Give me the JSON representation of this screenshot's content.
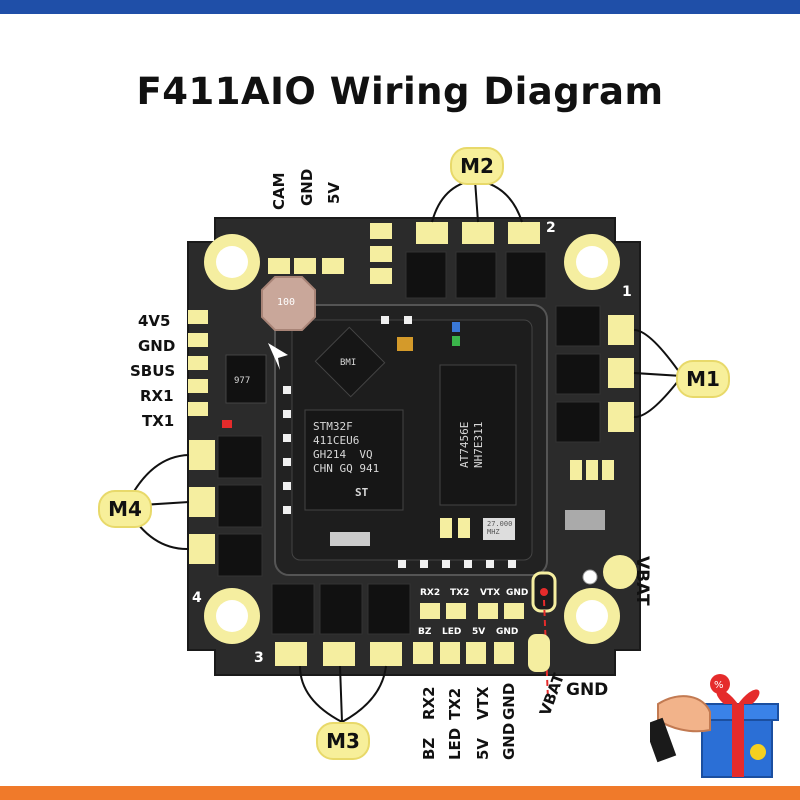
{
  "title": "F411AIO Wiring Diagram",
  "colors": {
    "frame_blue": "#1f4fa8",
    "frame_orange": "#f07a2a",
    "board": "#2b2b2b",
    "pad": "#f5eea0",
    "pad_stroke": "#e2d57a",
    "mark_red": "#e52b2b"
  },
  "top_pads": {
    "labels": [
      "CAM",
      "GND",
      "5V"
    ]
  },
  "left_pads": {
    "labels": [
      "4V5",
      "GND",
      "SBUS",
      "RX1",
      "TX1"
    ]
  },
  "bottom_pads": {
    "row1": [
      "RX2",
      "TX2",
      "VTX",
      "GND"
    ],
    "row2": [
      "BZ",
      "LED",
      "5V",
      "GND"
    ],
    "col1": [
      "RX2",
      "TX2",
      "VTX",
      "GND"
    ],
    "col2": [
      "BZ",
      "LED",
      "5V",
      "GND"
    ]
  },
  "motors": {
    "m1": "M1",
    "m2": "M2",
    "m3": "M3",
    "m4": "M4"
  },
  "corners": {
    "c1": "1",
    "c2": "2",
    "c3": "3",
    "c4": "4"
  },
  "power": {
    "vbat": "VBAT",
    "gnd": "GND",
    "vbat_pad": "VBAT"
  },
  "chips": {
    "mcu": "STM32F\n411CEU6\nGH214  VQ\nCHN GQ 941",
    "mcu_logo": "ST",
    "osd": "AT7456E\nNH7E311",
    "gyro": "BMI",
    "small_ic": "977",
    "inductor": "100",
    "crystal": "27.000\nMHZ"
  }
}
